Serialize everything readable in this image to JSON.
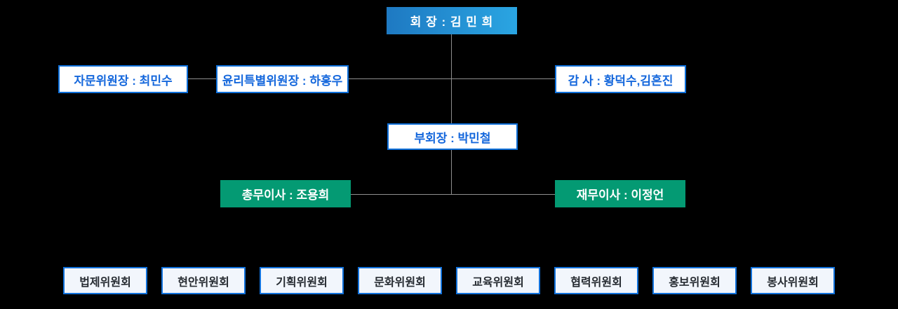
{
  "page": {
    "background_color": "#000000",
    "type": "organization-chart"
  },
  "colors": {
    "chairman_gradient_start": "#1e79c2",
    "chairman_gradient_end": "#2aa5e2",
    "white_box_border": "#0e6fd9",
    "white_box_text": "#1467dc",
    "director_green": "#049a73",
    "committee_background": "#f2f6fc",
    "committee_border": "#1272dc",
    "committee_text": "#262b31",
    "connector_line": "#8f8f8f"
  },
  "org_chart": {
    "chairman": {
      "label": "회 장 : 김 민 희"
    },
    "advisory_chair": {
      "label": "자문위원장 : 최민수"
    },
    "ethics_chair": {
      "label": "윤리특별위원장 : 하홍우"
    },
    "auditors": {
      "label": "감 사 : 황덕수,김흔진"
    },
    "vice_chairman": {
      "label": "부회장 : 박민철"
    },
    "general_affairs_director": {
      "label": "총무이사 : 조용희"
    },
    "finance_director": {
      "label": "재무이사 : 이정언"
    },
    "committees": [
      {
        "label": "법제위원회"
      },
      {
        "label": "현안위원회"
      },
      {
        "label": "기획위원회"
      },
      {
        "label": "문화위원회"
      },
      {
        "label": "교육위원회"
      },
      {
        "label": "협력위원회"
      },
      {
        "label": "홍보위원회"
      },
      {
        "label": "봉사위원회"
      }
    ]
  }
}
